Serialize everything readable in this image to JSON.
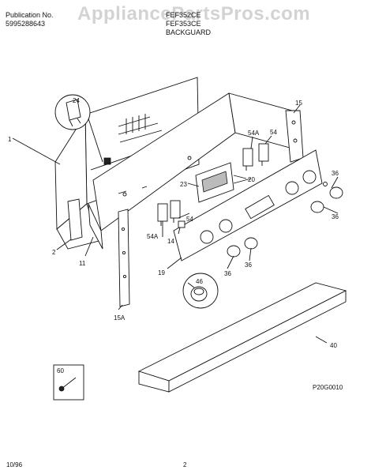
{
  "header": {
    "publication_label": "Publication No.",
    "publication_number": "5995288643",
    "model_line_1": "FEF352CE",
    "model_line_2": "FEF353CE",
    "section_title": "BACKGUARD",
    "watermark": "AppliancePartsPros.com"
  },
  "callouts": {
    "c1": "1",
    "c2": "2",
    "c11": "11",
    "c14": "14",
    "c15": "15",
    "c15a": "15A",
    "c19": "19",
    "c20": "20",
    "c23": "23",
    "c24": "24",
    "c36a": "36",
    "c36b": "36",
    "c36c": "36",
    "c36d": "36",
    "c40": "40",
    "c46": "46",
    "c54a": "54",
    "c54b": "54",
    "c54A_a": "54A",
    "c54A_b": "54A",
    "c60": "60"
  },
  "footer": {
    "drawing_id": "P20G0010",
    "date": "10/96",
    "page_number": "2"
  }
}
